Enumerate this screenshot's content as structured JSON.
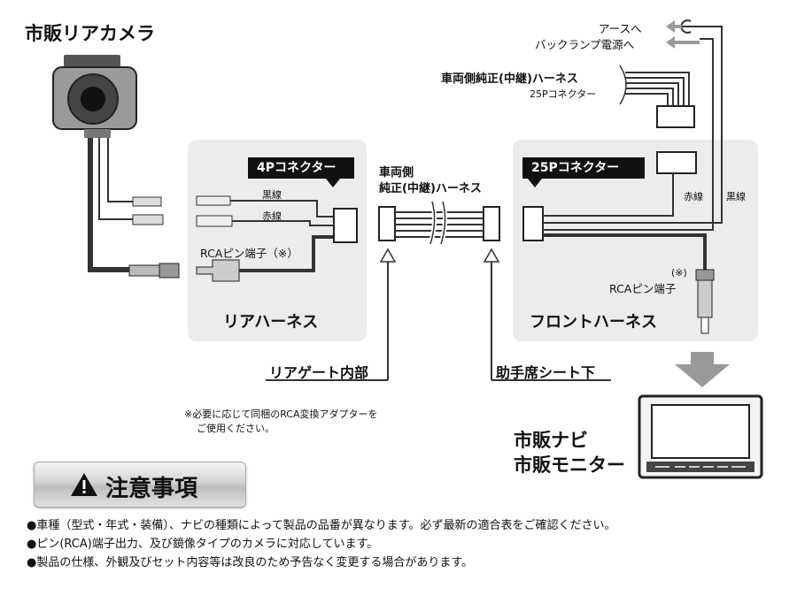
{
  "camera": {
    "title": "市販リアカメラ"
  },
  "rear_harness": {
    "connector_tag": "4Pコネクター",
    "black_wire": "黒線",
    "red_wire": "赤線",
    "rca_label": "RCAピン端子（※）",
    "name": "リアハーネス"
  },
  "middle": {
    "label_line1": "車両側",
    "label_line2": "純正(中継)ハーネス"
  },
  "front_harness": {
    "connector_tag": "25Pコネクター",
    "red_wire": "赤線",
    "black_wire": "黒線",
    "rca_note": "(※)",
    "rca_label": "RCAピン端子",
    "name": "フロントハーネス"
  },
  "top_right": {
    "earth": "アースへ",
    "backlamp": "バックランプ電源へ",
    "vehicle_harness": "車両側純正(中継)ハーネス",
    "connector": "25Pコネクター"
  },
  "locations": {
    "tailgate": "リアゲート内部",
    "seat": "助手席シート下"
  },
  "adapter_note": {
    "line1": "※必要に応じて同梱のRCA変換アダプターを",
    "line2": "ご使用ください。"
  },
  "navi": {
    "line1": "市販ナビ",
    "line2": "市販モニター"
  },
  "caution": {
    "title": "注意事項",
    "items": [
      "●車種（型式・年式・装備）、ナビの種類によって製品の品番が異なります。必ず最新の適合表をご確認ください。",
      "●ピン(RCA)端子出力、及び鏡像タイプのカメラに対応しています。",
      "●製品の仕様、外観及びセット内容等は改良のため予告なく変更する場合があります。"
    ]
  }
}
